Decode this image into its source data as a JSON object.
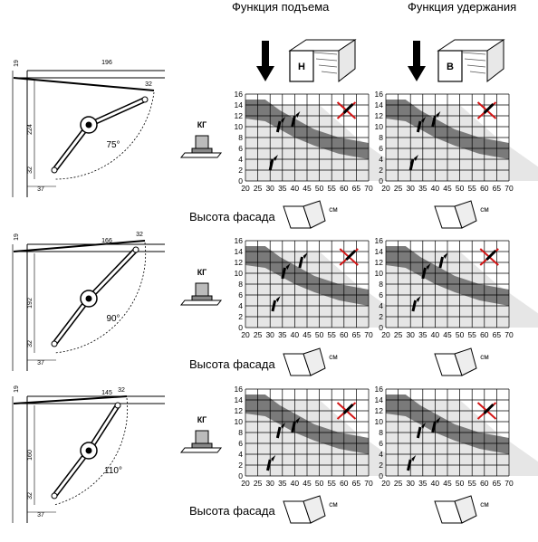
{
  "headers": {
    "lift": "Функция подъема",
    "hold": "Функция удержания"
  },
  "symbol_letters": {
    "lift": "H",
    "hold": "B"
  },
  "facade_label": "Высота фасада",
  "kg_label": "КГ",
  "cm_label": "см",
  "chart_axis": {
    "x_ticks": [
      "20",
      "25",
      "30",
      "35",
      "40",
      "45",
      "50",
      "55",
      "60",
      "65",
      "70"
    ],
    "y_ticks": [
      "0",
      "2",
      "4",
      "6",
      "8",
      "10",
      "12",
      "14",
      "16"
    ]
  },
  "variants": [
    {
      "angle": "75°",
      "dims": {
        "top_offset": "19",
        "arm": "196",
        "pivot": "32",
        "height": "224",
        "base_v": "32",
        "base_h": "37"
      }
    },
    {
      "angle": "90°",
      "dims": {
        "top_offset": "19",
        "arm": "166",
        "pivot": "32",
        "height": "192",
        "base_v": "32",
        "base_h": "37"
      }
    },
    {
      "angle": "110°",
      "dims": {
        "top_offset": "19",
        "arm": "145",
        "pivot": "32",
        "height": "160",
        "base_v": "32",
        "base_h": "37"
      }
    }
  ],
  "colors": {
    "band": "#7a7a7a",
    "light_zone": "#e6e6e6",
    "grid": "#000000",
    "cross": "#d41515"
  }
}
